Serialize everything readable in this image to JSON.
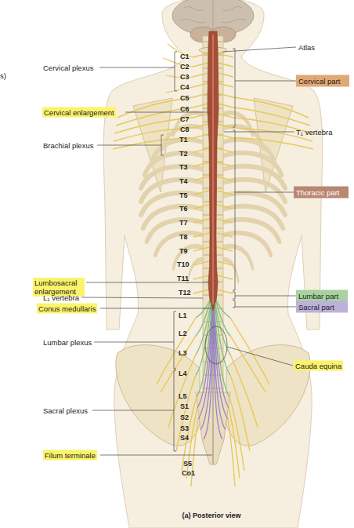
{
  "diagram": {
    "caption": "(a) Posterior view",
    "nodes": [
      {
        "text": [
          "Cervical part"
        ]
      },
      {
        "text": [
          "Cervical enlargement"
        ]
      },
      {
        "text": [
          "Thoracic part"
        ]
      },
      {
        "text": [
          "Lumbosacral enlargement"
        ]
      },
      {
        "text": [
          "Lumbar part"
        ]
      },
      {
        "text": [
          "Sacral part"
        ]
      },
      {
        "text": [
          "Conus medullaris"
        ]
      },
      {
        "text": [
          "Cauda equina"
        ]
      },
      {
        "text": [
          "Filum terminale"
        ]
      }
    ],
    "labels": [
      "s)",
      "Atlas",
      "Cervical plexus",
      "T₁ vertebra",
      "Brachial plexus",
      "L₁ vertebra",
      "Lumbar plexus",
      "Sacral plexus",
      "C1",
      "C2",
      "C3",
      "C4",
      "C5",
      "C6",
      "C7",
      "C8",
      "T1",
      "T2",
      "T3",
      "T4",
      "T5",
      "T6",
      "T7",
      "T8",
      "T9",
      "T10",
      "T11",
      "T12",
      "L1",
      "L2",
      "L3",
      "L4",
      "L5",
      "S1",
      "S2",
      "S3",
      "S4",
      "S5",
      "Co1"
    ]
  }
}
